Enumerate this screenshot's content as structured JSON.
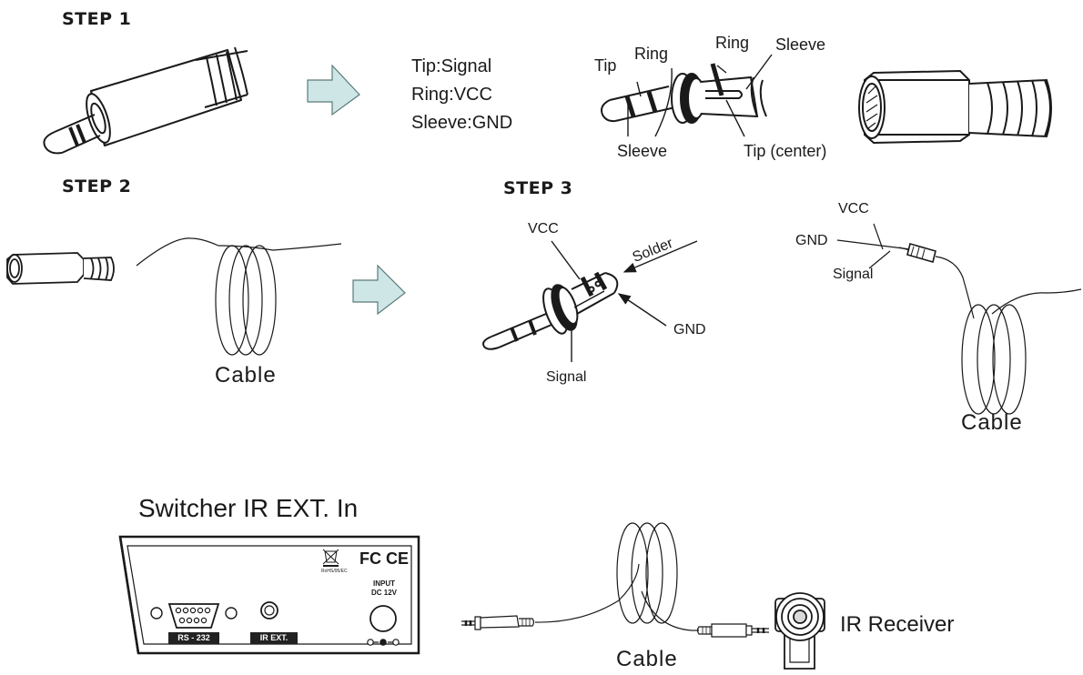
{
  "steps": {
    "step1": "STEP 1",
    "step2": "STEP 2",
    "step3": "STEP 3"
  },
  "pinout": {
    "tip": "Tip:Signal",
    "ring": "Ring:VCC",
    "sleeve": "Sleeve:GND"
  },
  "plug_parts": {
    "tip": "Tip",
    "ring_front": "Ring",
    "ring_back": "Ring",
    "sleeve_back": "Sleeve",
    "sleeve_front": "Sleeve",
    "tip_center": "Tip (center)"
  },
  "step2": {
    "cable": "Cable"
  },
  "step3": {
    "vcc": "VCC",
    "solder": "Solder",
    "gnd": "GND",
    "signal": "Signal"
  },
  "assembled": {
    "vcc": "VCC",
    "gnd": "GND",
    "signal": "Signal",
    "cable": "Cable"
  },
  "bottom": {
    "title": "Switcher IR EXT. In",
    "rohs": "RoHS/95/EC",
    "fc": "FC",
    "ce": "CE",
    "input_label": "INPUT",
    "input_voltage": "DC 12V",
    "rs232": "RS - 232",
    "ir_ext": "IR EXT.",
    "cable": "Cable",
    "ir_receiver": "IR Receiver"
  },
  "colors": {
    "arrow_fill": "#cfe6e6",
    "line": "#1a1a1a"
  }
}
